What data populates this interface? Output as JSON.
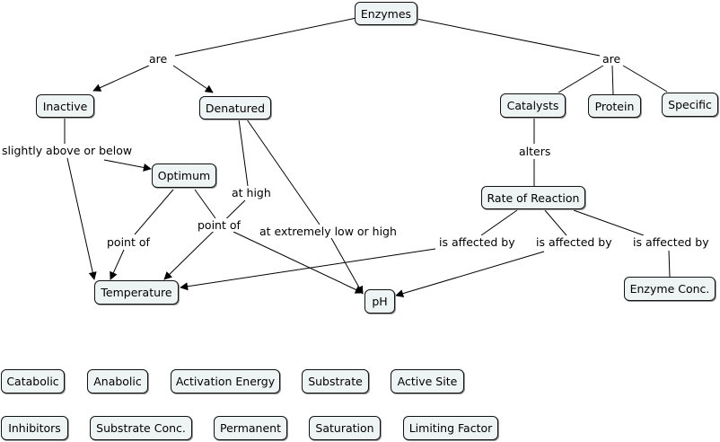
{
  "concepts": {
    "enzymes": "Enzymes",
    "inactive": "Inactive",
    "denatured": "Denatured",
    "catalysts": "Catalysts",
    "protein": "Protein",
    "specific": "Specific",
    "optimum": "Optimum",
    "rate_of_reaction": "Rate of Reaction",
    "temperature": "Temperature",
    "ph": "pH",
    "enzyme_conc": "Enzyme Conc."
  },
  "linking_phrases": {
    "are_left": "are",
    "are_right": "are",
    "slightly_above_or_below": "slightly above or below",
    "alters": "alters",
    "at_high": "at high",
    "point_of_left": "point of",
    "point_of_right": "point of",
    "at_extremely_low_or_high": "at extremely low or high",
    "is_affected_by_1": "is affected by",
    "is_affected_by_2": "is affected by",
    "is_affected_by_3": "is affected by"
  },
  "unlinked_concepts": [
    "Catabolic",
    "Anabolic",
    "Activation Energy",
    "Substrate",
    "Active Site",
    "Inhibitors",
    "Substrate Conc.",
    "Permanent",
    "Saturation",
    "Limiting Factor"
  ]
}
